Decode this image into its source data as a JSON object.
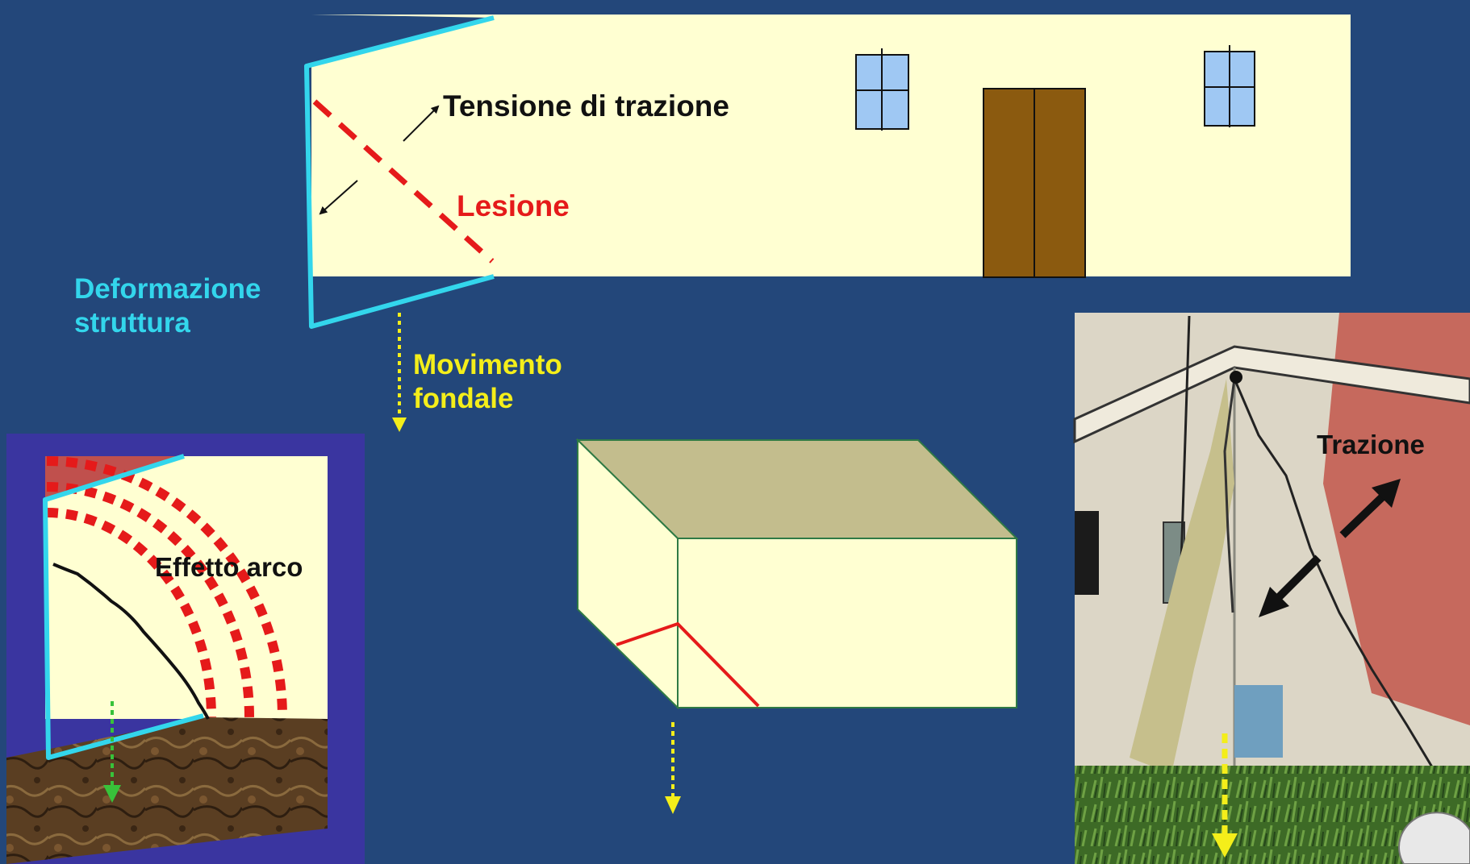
{
  "labels": {
    "tension": "Tensione di trazione",
    "lesion": "Lesione",
    "deformation": "Deformazione\nstruttura",
    "foundation_movement": "Movimento\nfondale",
    "arch_effect": "Effetto arco",
    "traction": "Trazione"
  },
  "colors": {
    "background": "#23477a",
    "wall": "#ffffd2",
    "door": "#8b5a0f",
    "window": "#9fc8f3",
    "structure_deformation": "#33d6ec",
    "lesion": "#e51a1a",
    "movement_arrow": "#f4ee1a",
    "arch_arrow": "#38c23a",
    "soil": "#5a3e22",
    "inset_panel": "#3a35a0"
  }
}
